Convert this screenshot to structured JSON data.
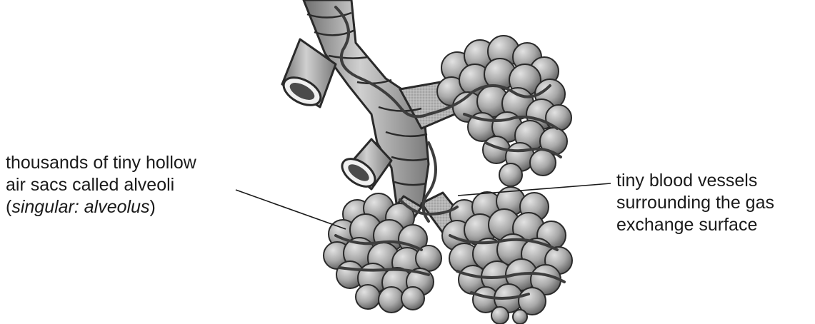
{
  "diagram": {
    "left_label": {
      "line1": "thousands of tiny hollow",
      "line2": "air sacs called alveoli",
      "line3_open": "(",
      "line3_italic": "singular: alveolus",
      "line3_close": ")"
    },
    "right_label": {
      "line1": "tiny blood vessels",
      "line2": "surrounding the gas",
      "line3": "exchange surface"
    }
  },
  "colors": {
    "tissue_fill": "#a9a9a9",
    "tissue_light": "#d2d2d2",
    "tissue_dark": "#6a6a6a",
    "outline": "#2a2a2a",
    "vessel": "#3d3d3d",
    "text": "#1a1a1a"
  }
}
